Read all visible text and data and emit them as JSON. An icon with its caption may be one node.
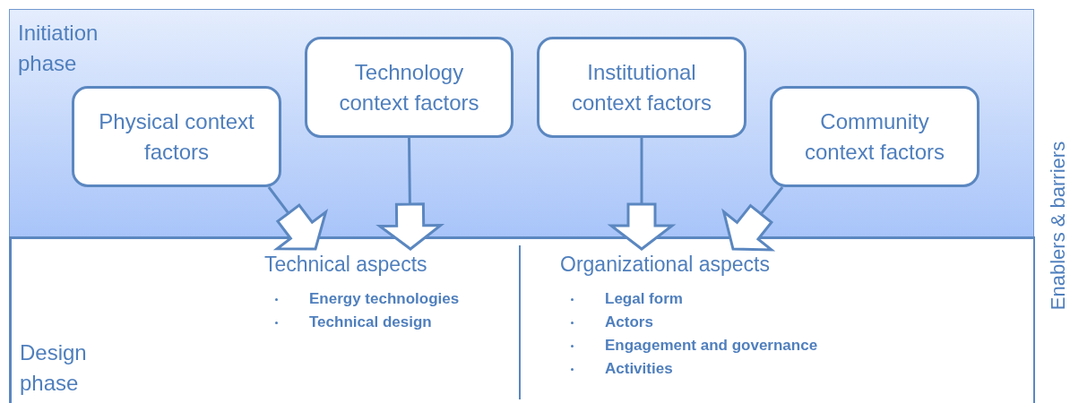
{
  "diagram": {
    "nodes": [
      {
        "text": [
          "Initiation phase"
        ]
      },
      {
        "text": [
          "Physical context factors"
        ],
        "in": 0
      },
      {
        "text": [
          "Technology context factors"
        ],
        "in": 0
      },
      {
        "text": [
          "Institutional context factors"
        ],
        "in": 0
      },
      {
        "text": [
          "Community context factors"
        ],
        "in": 0
      },
      {
        "text": [
          "Design phase"
        ]
      },
      {
        "text": [
          "Technical aspects",
          "Energy technologies",
          "Technical design"
        ],
        "in": 5
      },
      {
        "text": [
          "Organizational aspects",
          "Legal form",
          "Actors",
          "Engagement and governance",
          "Activities"
        ],
        "in": 5
      }
    ],
    "edges": [
      {
        "from": 1,
        "to": 6,
        "arrow": "to"
      },
      {
        "from": 2,
        "to": 6,
        "arrow": "to"
      },
      {
        "from": 3,
        "to": 7,
        "arrow": "to"
      },
      {
        "from": 4,
        "to": 7,
        "arrow": "to"
      }
    ],
    "labels": [
      "Enablers & barriers"
    ]
  }
}
